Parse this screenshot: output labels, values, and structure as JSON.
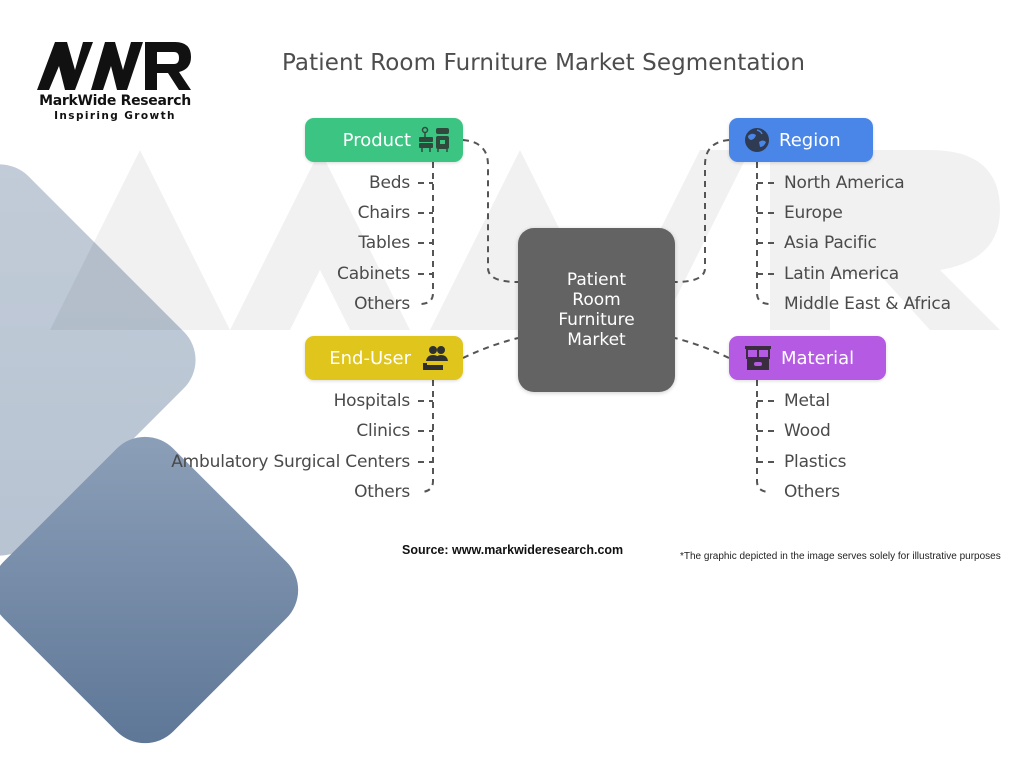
{
  "logo": {
    "mark": "MWR",
    "name": "MarkWide Research",
    "tagline": "Inspiring Growth"
  },
  "title": "Patient Room Furniture Market Segmentation",
  "center": {
    "label": "Patient Room Furniture Market"
  },
  "segments": {
    "product": {
      "label": "Product",
      "icon": "furniture-icon",
      "color": "#3cc482",
      "items": [
        "Beds",
        "Chairs",
        "Tables",
        "Cabinets",
        "Others"
      ]
    },
    "region": {
      "label": "Region",
      "icon": "globe-icon",
      "color": "#4a86e8",
      "items": [
        "North America",
        "Europe",
        "Asia Pacific",
        "Latin America",
        "Middle East & Africa"
      ]
    },
    "end_user": {
      "label": "End-User",
      "icon": "users-icon",
      "color": "#dfc51c",
      "items": [
        "Hospitals",
        "Clinics",
        "Ambulatory Surgical Centers",
        "Others"
      ]
    },
    "material": {
      "label": "Material",
      "icon": "cabinet-icon",
      "color": "#b55ae3",
      "items": [
        "Metal",
        "Wood",
        "Plastics",
        "Others"
      ]
    }
  },
  "footer": {
    "source": "Source: www.markwideresearch.com",
    "disclaimer": "*The graphic depicted in the image serves solely for illustrative purposes"
  }
}
